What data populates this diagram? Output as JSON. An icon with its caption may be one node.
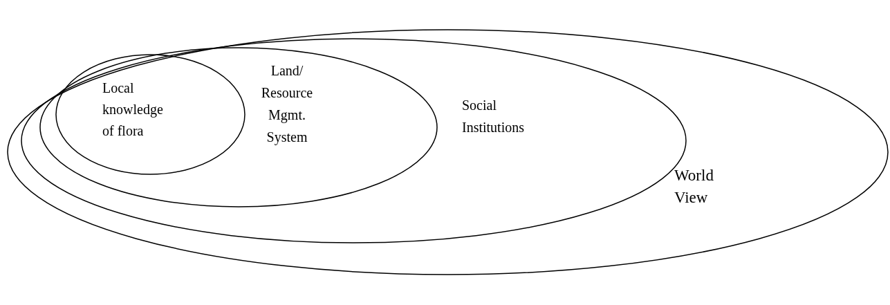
{
  "diagram": {
    "nodes": [
      {
        "text": [
          "World View"
        ]
      },
      {
        "text": [
          "Social Institutions"
        ],
        "in": 0
      },
      {
        "text": [
          "Land/ Resource Mgmt. System"
        ],
        "in": 1
      },
      {
        "text": [
          "Local knowledge of flora"
        ],
        "in": 2
      }
    ]
  }
}
